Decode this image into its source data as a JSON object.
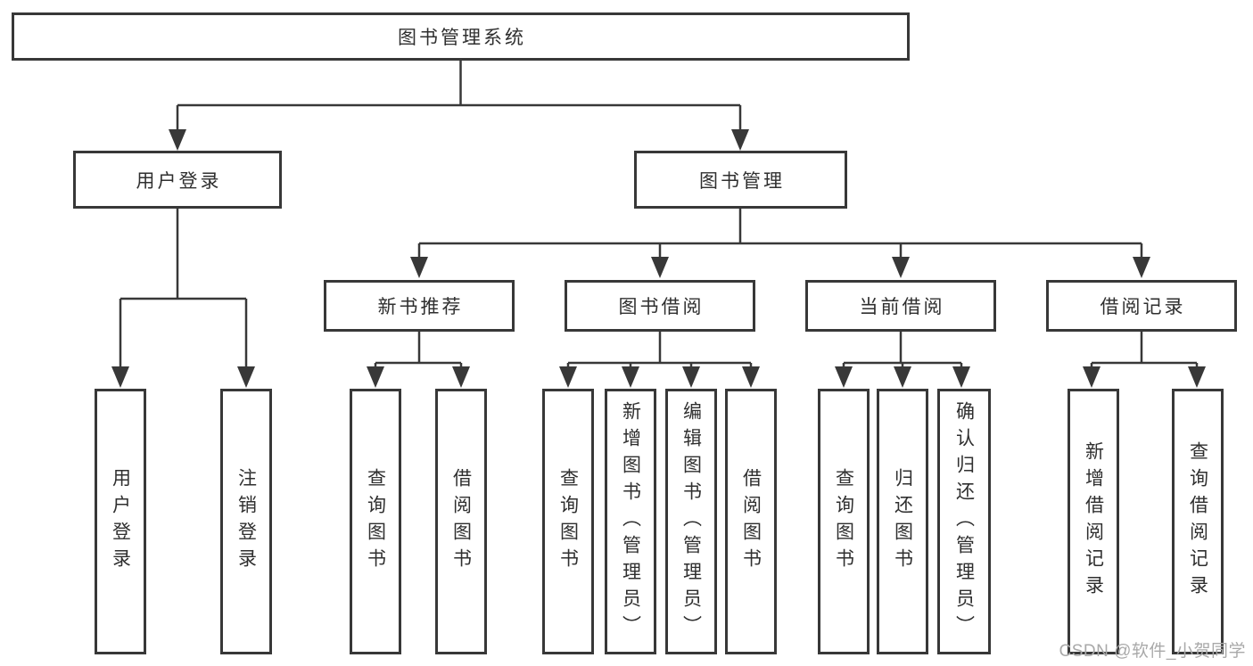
{
  "tree": {
    "label": "图书管理系统",
    "children": [
      {
        "label": "用户登录",
        "children": [
          {
            "label": "用户登录"
          },
          {
            "label": "注销登录"
          }
        ]
      },
      {
        "label": "图书管理",
        "children": [
          {
            "label": "新书推荐",
            "children": [
              {
                "label": "查询图书"
              },
              {
                "label": "借阅图书"
              }
            ]
          },
          {
            "label": "图书借阅",
            "children": [
              {
                "label": "查询图书"
              },
              {
                "label": "新增图书（管理员）"
              },
              {
                "label": "编辑图书（管理员）"
              },
              {
                "label": "借阅图书"
              }
            ]
          },
          {
            "label": "当前借阅",
            "children": [
              {
                "label": "查询图书"
              },
              {
                "label": "归还图书"
              },
              {
                "label": "确认归还（管理员）"
              }
            ]
          },
          {
            "label": "借阅记录",
            "children": [
              {
                "label": "新增借阅记录"
              },
              {
                "label": "查询借阅记录"
              }
            ]
          }
        ]
      }
    ]
  },
  "watermark": "CSDN @软件_小贺同学",
  "colors": {
    "line": "#383838",
    "box_fill": "#ffffff",
    "text": "#2f2f2f",
    "watermark": "#a9a9a9"
  }
}
